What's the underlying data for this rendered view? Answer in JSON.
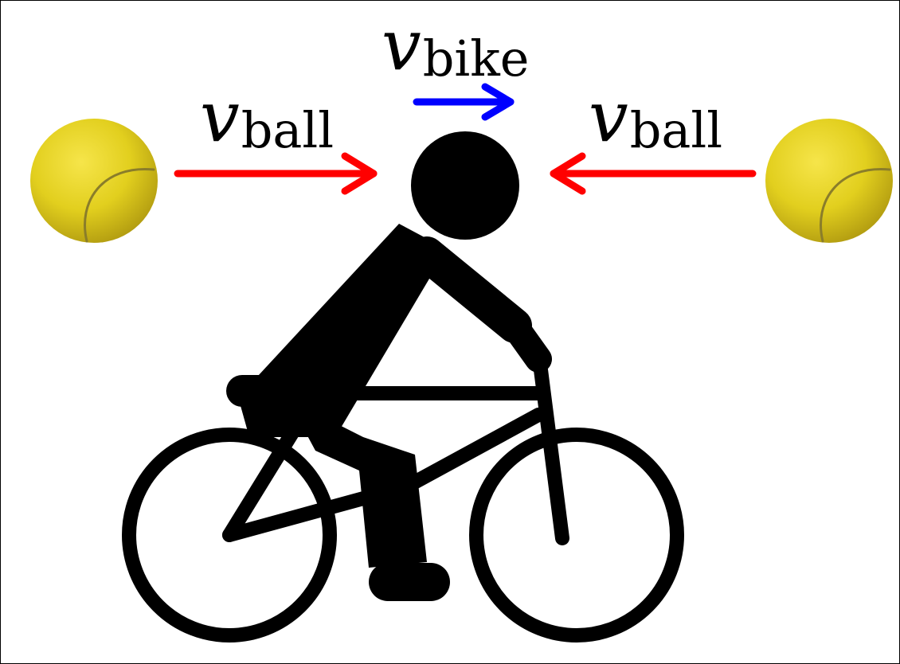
{
  "labels": {
    "bike": {
      "symbol": "v",
      "subscript": "bike"
    },
    "ball_left": {
      "symbol": "v",
      "subscript": "ball"
    },
    "ball_right": {
      "symbol": "v",
      "subscript": "ball"
    }
  },
  "colors": {
    "ball_velocity_arrow": "#ff0000",
    "bike_velocity_arrow": "#0000ff",
    "cyclist": "#000000",
    "tennis_ball": "#e2cf1e",
    "tennis_ball_seam": "#8a7d2a",
    "background": "#ffffff"
  },
  "icons": {
    "left_ball": "tennis-ball-icon",
    "right_ball": "tennis-ball-icon",
    "rider": "cyclist-icon"
  }
}
